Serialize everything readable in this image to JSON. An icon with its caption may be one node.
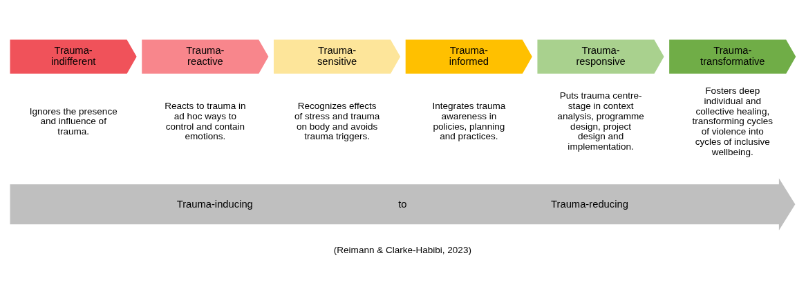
{
  "diagram": {
    "nodes": [
      {
        "text": [
          "Trauma-indifferent"
        ],
        "beside": [
          "Ignores the presence and influence of trauma."
        ]
      },
      {
        "text": [
          "Trauma-reactive"
        ],
        "beside": [
          "Reacts to trauma in ad hoc ways to control and contain emotions."
        ]
      },
      {
        "text": [
          "Trauma-sensitive"
        ],
        "beside": [
          "Recognizes effects of stress and trauma on body and avoids trauma triggers."
        ]
      },
      {
        "text": [
          "Trauma-informed"
        ],
        "beside": [
          "Integrates trauma awareness in policies, planning and practices."
        ]
      },
      {
        "text": [
          "Trauma-responsive"
        ],
        "beside": [
          "Puts trauma centre-stage in context analysis, programme design, project design and implementation."
        ]
      },
      {
        "text": [
          "Trauma-transformative"
        ],
        "beside": [
          "Fosters deep individual and collective healing, transforming cycles of violence into cycles of inclusive wellbeing."
        ]
      },
      {
        "text": [
          "Trauma-inducing",
          "to",
          "Trauma-reducing"
        ]
      }
    ],
    "edges": [],
    "labels": [
      "(Reimann & Clarke-Habibi, 2023)"
    ]
  }
}
